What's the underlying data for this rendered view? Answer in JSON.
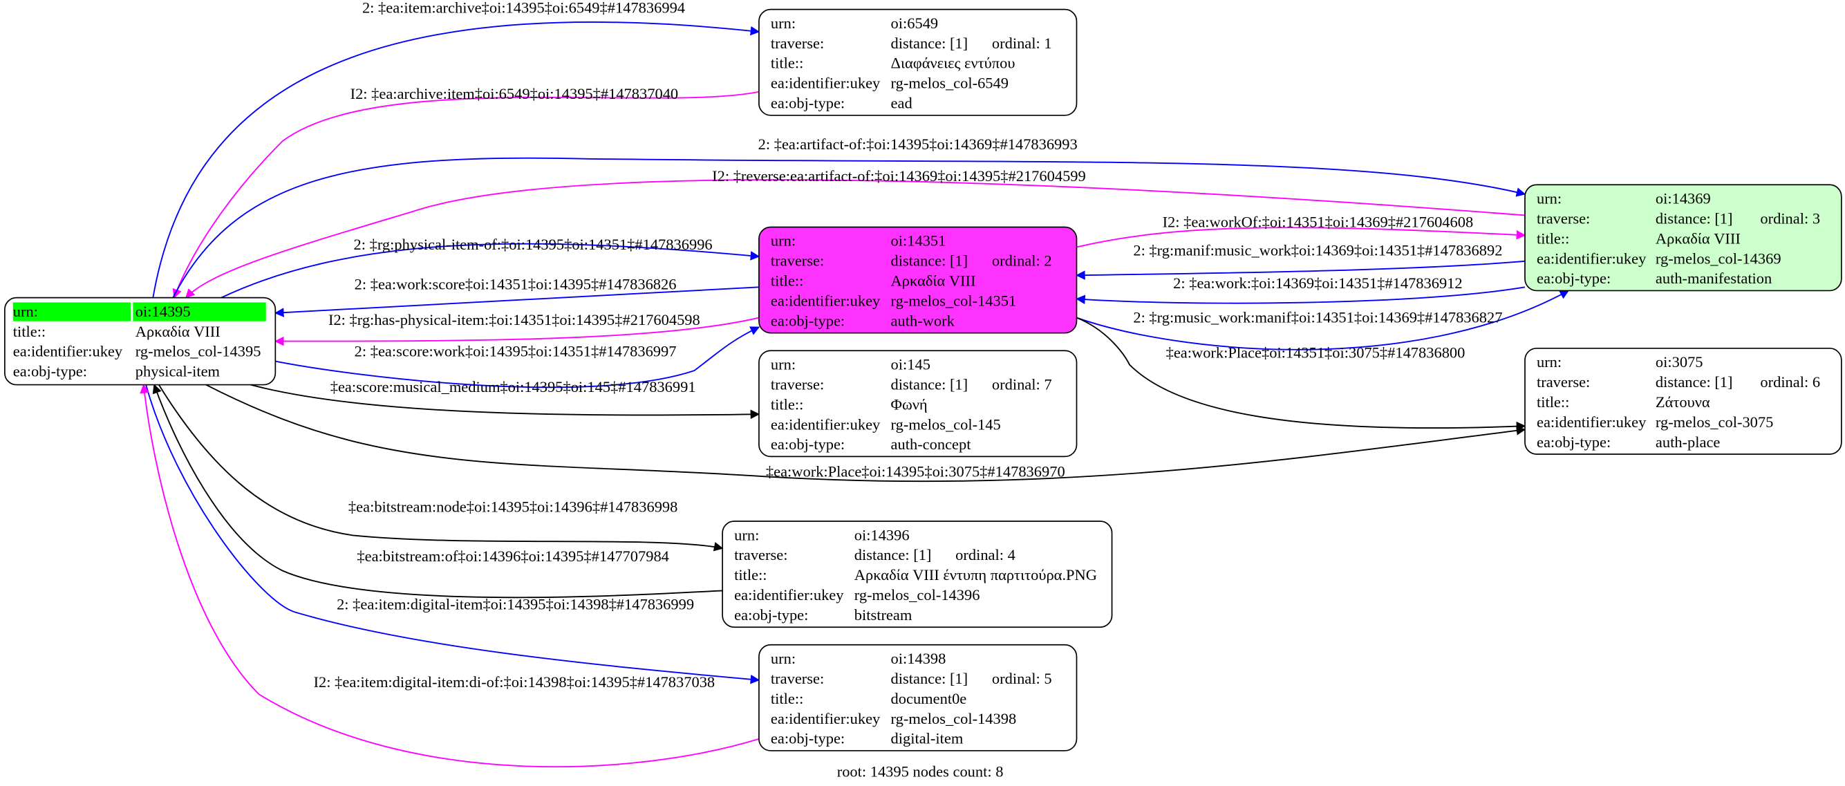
{
  "colors": {
    "blue": "#0000ff",
    "magenta": "#ff00ff",
    "black": "#000000",
    "root_highlight": "#00ff00",
    "work_fill": "#ff33ff",
    "manifestation_fill": "#ccffcc",
    "default_fill": "#ffffff"
  },
  "nodes": [
    {
      "id": "14395",
      "fill": "#ffffff",
      "rows": [
        [
          "urn:",
          "oi:14395",
          ""
        ],
        [
          "title::",
          "Αρκαδία VIII",
          ""
        ],
        [
          "ea:identifier:ukey",
          "rg-melos_col-14395",
          ""
        ],
        [
          "ea:obj-type:",
          "physical-item",
          ""
        ]
      ]
    },
    {
      "id": "6549",
      "fill": "#ffffff",
      "rows": [
        [
          "urn:",
          "oi:6549",
          ""
        ],
        [
          "traverse:",
          "distance: [1]",
          "ordinal: 1"
        ],
        [
          "title::",
          "Διαφάνειες εντύπου",
          ""
        ],
        [
          "ea:identifier:ukey",
          "rg-melos_col-6549",
          ""
        ],
        [
          "ea:obj-type:",
          "ead",
          ""
        ]
      ]
    },
    {
      "id": "14351",
      "fill": "#ff33ff",
      "rows": [
        [
          "urn:",
          "oi:14351",
          ""
        ],
        [
          "traverse:",
          "distance: [1]",
          "ordinal: 2"
        ],
        [
          "title::",
          "Αρκαδία VIII",
          ""
        ],
        [
          "ea:identifier:ukey",
          "rg-melos_col-14351",
          ""
        ],
        [
          "ea:obj-type:",
          "auth-work",
          ""
        ]
      ]
    },
    {
      "id": "145",
      "fill": "#ffffff",
      "rows": [
        [
          "urn:",
          "oi:145",
          ""
        ],
        [
          "traverse:",
          "distance: [1]",
          "ordinal: 7"
        ],
        [
          "title::",
          "Φωνή",
          ""
        ],
        [
          "ea:identifier:ukey",
          "rg-melos_col-145",
          ""
        ],
        [
          "ea:obj-type:",
          "auth-concept",
          ""
        ]
      ]
    },
    {
      "id": "14396",
      "fill": "#ffffff",
      "rows": [
        [
          "urn:",
          "oi:14396",
          ""
        ],
        [
          "traverse:",
          "distance: [1]",
          "ordinal: 4"
        ],
        [
          "title::",
          "Αρκαδία VIII έντυπη παρτιτούρα.PNG",
          ""
        ],
        [
          "ea:identifier:ukey",
          "rg-melos_col-14396",
          ""
        ],
        [
          "ea:obj-type:",
          "bitstream",
          ""
        ]
      ]
    },
    {
      "id": "14398",
      "fill": "#ffffff",
      "rows": [
        [
          "urn:",
          "oi:14398",
          ""
        ],
        [
          "traverse:",
          "distance: [1]",
          "ordinal: 5"
        ],
        [
          "title::",
          "document0e",
          ""
        ],
        [
          "ea:identifier:ukey",
          "rg-melos_col-14398",
          ""
        ],
        [
          "ea:obj-type:",
          "digital-item",
          ""
        ]
      ]
    },
    {
      "id": "14369",
      "fill": "#ccffcc",
      "rows": [
        [
          "urn:",
          "oi:14369",
          ""
        ],
        [
          "traverse:",
          "distance: [1]",
          "ordinal: 3"
        ],
        [
          "title::",
          "Αρκαδία VIII",
          ""
        ],
        [
          "ea:identifier:ukey",
          "rg-melos_col-14369",
          ""
        ],
        [
          "ea:obj-type:",
          "auth-manifestation",
          ""
        ]
      ]
    },
    {
      "id": "3075",
      "fill": "#ffffff",
      "rows": [
        [
          "urn:",
          "oi:3075",
          ""
        ],
        [
          "traverse:",
          "distance: [1]",
          "ordinal: 6"
        ],
        [
          "title::",
          "Ζάτουνα",
          ""
        ],
        [
          "ea:identifier:ukey",
          "rg-melos_col-3075",
          ""
        ],
        [
          "ea:obj-type:",
          "auth-place",
          ""
        ]
      ]
    }
  ],
  "edges": [
    {
      "label": "2: ‡ea:item:archive‡oi:14395‡oi:6549‡#147836994",
      "color": "blue",
      "from": "14395",
      "to": "6549"
    },
    {
      "label": "I2: ‡ea:archive:item‡oi:6549‡oi:14395‡#147837040",
      "color": "magenta",
      "from": "6549",
      "to": "14395"
    },
    {
      "label": "2: ‡ea:artifact-of:‡oi:14395‡oi:14369‡#147836993",
      "color": "blue",
      "from": "14395",
      "to": "14369"
    },
    {
      "label": "I2: ‡reverse:ea:artifact-of:‡oi:14369‡oi:14395‡#217604599",
      "color": "magenta",
      "from": "14369",
      "to": "14395"
    },
    {
      "label": "2: ‡rg:physical-item-of:‡oi:14395‡oi:14351‡#147836996",
      "color": "blue",
      "from": "14395",
      "to": "14351"
    },
    {
      "label": "2: ‡ea:work:score‡oi:14351‡oi:14395‡#147836826",
      "color": "blue",
      "from": "14351",
      "to": "14395"
    },
    {
      "label": "I2: ‡rg:has-physical-item:‡oi:14351‡oi:14395‡#217604598",
      "color": "magenta",
      "from": "14351",
      "to": "14395"
    },
    {
      "label": "2: ‡ea:score:work‡oi:14395‡oi:14351‡#147836997",
      "color": "blue",
      "from": "14395",
      "to": "14351"
    },
    {
      "label": "‡ea:score:musical_medium‡oi:14395‡oi:145‡#147836991",
      "color": "black",
      "from": "14395",
      "to": "145"
    },
    {
      "label": "‡ea:work:Place‡oi:14395‡oi:3075‡#147836970",
      "color": "black",
      "from": "14395",
      "to": "3075"
    },
    {
      "label": "‡ea:bitstream:node‡oi:14395‡oi:14396‡#147836998",
      "color": "black",
      "from": "14395",
      "to": "14396"
    },
    {
      "label": "‡ea:bitstream:of‡oi:14396‡oi:14395‡#147707984",
      "color": "black",
      "from": "14396",
      "to": "14395"
    },
    {
      "label": "2: ‡ea:item:digital-item‡oi:14395‡oi:14398‡#147836999",
      "color": "blue",
      "from": "14395",
      "to": "14398"
    },
    {
      "label": "I2: ‡ea:item:digital-item:di-of:‡oi:14398‡oi:14395‡#147837038",
      "color": "magenta",
      "from": "14398",
      "to": "14395"
    },
    {
      "label": "I2: ‡ea:workOf:‡oi:14351‡oi:14369‡#217604608",
      "color": "magenta",
      "from": "14351",
      "to": "14369"
    },
    {
      "label": "2: ‡rg:manif:music_work‡oi:14369‡oi:14351‡#147836892",
      "color": "blue",
      "from": "14369",
      "to": "14351"
    },
    {
      "label": "2: ‡ea:work:‡oi:14369‡oi:14351‡#147836912",
      "color": "blue",
      "from": "14369",
      "to": "14351"
    },
    {
      "label": "2: ‡rg:music_work:manif‡oi:14351‡oi:14369‡#147836827",
      "color": "blue",
      "from": "14351",
      "to": "14369"
    },
    {
      "label": "‡ea:work:Place‡oi:14351‡oi:3075‡#147836800",
      "color": "black",
      "from": "14351",
      "to": "3075"
    }
  ],
  "footer": "root: 14395 nodes count: 8"
}
